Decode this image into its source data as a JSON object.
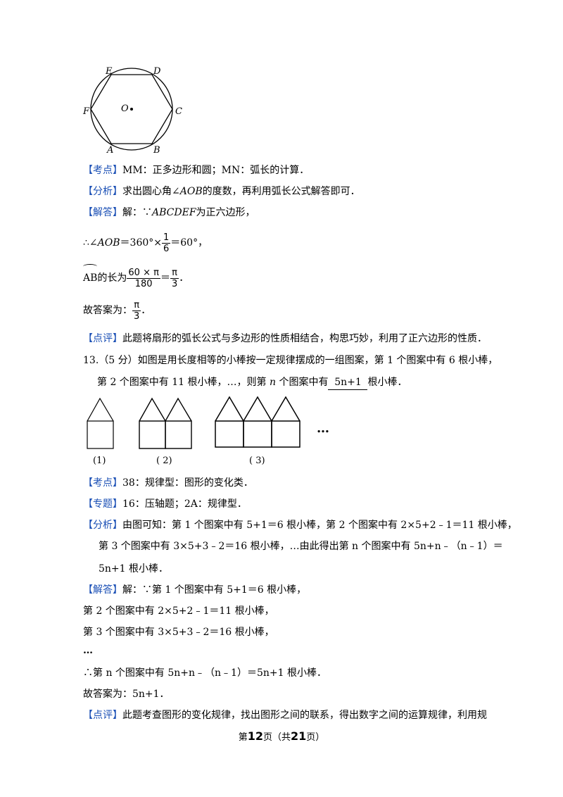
{
  "figure1": {
    "labels": {
      "E": "E",
      "D": "D",
      "F": "F",
      "C": "C",
      "A": "A",
      "B": "B",
      "O": "O"
    }
  },
  "q12": {
    "kaodian_tag": "【考点】",
    "kaodian_text": "MM：正多边形和圆；MN：弧长的计算．",
    "fenxi_tag": "【分析】",
    "fenxi_pre": "求出圆心角∠",
    "fenxi_var": "AOB",
    "fenxi_post": "的度数，再利用弧长公式解答即可．",
    "jieda_tag": "【解答】",
    "jieda_pre": "解：∵",
    "jieda_var": "ABCDEF",
    "jieda_post": "为正六边形，",
    "step1_pre": "∴∠",
    "step1_var": "AOB",
    "step1_eq": "＝360°×",
    "step1_num": "1",
    "step1_den": "6",
    "step1_post": "＝60°，",
    "step2_arc": "AB",
    "step2_mid": "的长为",
    "step2_num": "60 × π",
    "step2_den": "180",
    "step2_eq": "＝",
    "step2_num2": "π",
    "step2_den2": "3",
    "step2_post": "．",
    "answer_pre": "故答案为：",
    "answer_num": "π",
    "answer_den": "3",
    "answer_post": "．",
    "dianping_tag": "【点评】",
    "dianping_text": "此题将扇形的弧长公式与多边形的性质相结合，构思巧妙，利用了正六边形的性质．"
  },
  "q13": {
    "stem_line1": "13.（5 分）如图是用长度相等的小棒按一定规律摆成的一组图案，第 1 个图案中有 6 根小棒，",
    "stem_line2_pre": "第 2 个图案中有 11 根小棒，…，则第 ",
    "stem_line2_var": "n",
    "stem_line2_mid": " 个图案中有",
    "stem_answer": "5n+1",
    "stem_line2_post": "根小棒．",
    "fig_labels": [
      "(1)",
      "( 2)",
      "( 3)"
    ],
    "ellipsis": "…",
    "kaodian_tag": "【考点】",
    "kaodian_text": "38：规律型：图形的变化类．",
    "zhuanti_tag": "【专题】",
    "zhuanti_text": "16：压轴题；2A：规律型．",
    "fenxi_tag": "【分析】",
    "fenxi_line1": "由图可知：第 1 个图案中有 5+1＝6 根小棒，第 2 个图案中有 2×5+2﹣1＝11 根小棒，",
    "fenxi_line2": "第 3 个图案中有 3×5+3﹣2＝16 根小棒，…由此得出第 n 个图案中有 5n+n﹣（n﹣1）＝",
    "fenxi_line3": "5n+1 根小棒．",
    "jieda_tag": "【解答】",
    "jieda_line1": "解：∵第 1 个图案中有 5+1＝6 根小棒，",
    "jieda_line2": "第 2 个图案中有 2×5+2﹣1＝11 根小棒，",
    "jieda_line3": "第 3 个图案中有 3×5+3﹣2＝16 根小棒，",
    "jieda_line4": "…",
    "jieda_line5": "∴第 n 个图案中有 5n+n﹣（n﹣1）＝5n+1 根小棒．",
    "answer": "故答案为：5n+1．",
    "dianping_tag": "【点评】",
    "dianping_text": "此题考查图形的变化规律，找出图形之间的联系，得出数字之间的运算规律，利用规"
  },
  "footer": {
    "pre": "第",
    "page": "12",
    "mid": "页（共",
    "total": "21",
    "post": "页）"
  }
}
